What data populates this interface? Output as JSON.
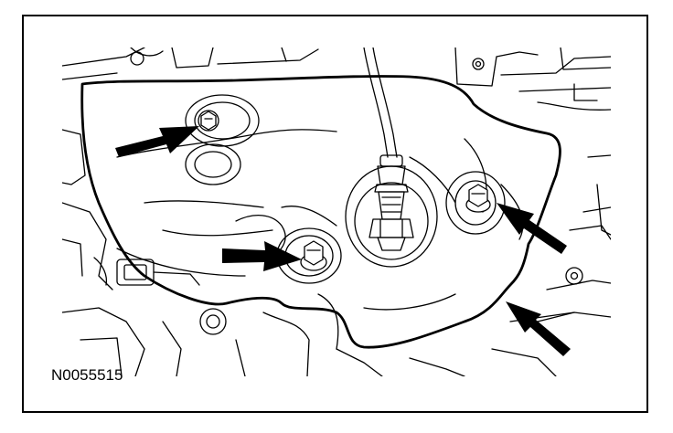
{
  "figure": {
    "reference_number": "N0055515",
    "line_color": "#000000",
    "background_color": "#ffffff"
  },
  "callouts": [
    {
      "name": "arrow-upper-left-nut",
      "points_to": "heat-shield-nut"
    },
    {
      "name": "arrow-center-nut",
      "points_to": "heat-shield-nut"
    },
    {
      "name": "arrow-right-nut",
      "points_to": "heat-shield-nut"
    },
    {
      "name": "arrow-lower-right-edge",
      "points_to": "heat-shield-edge"
    }
  ]
}
